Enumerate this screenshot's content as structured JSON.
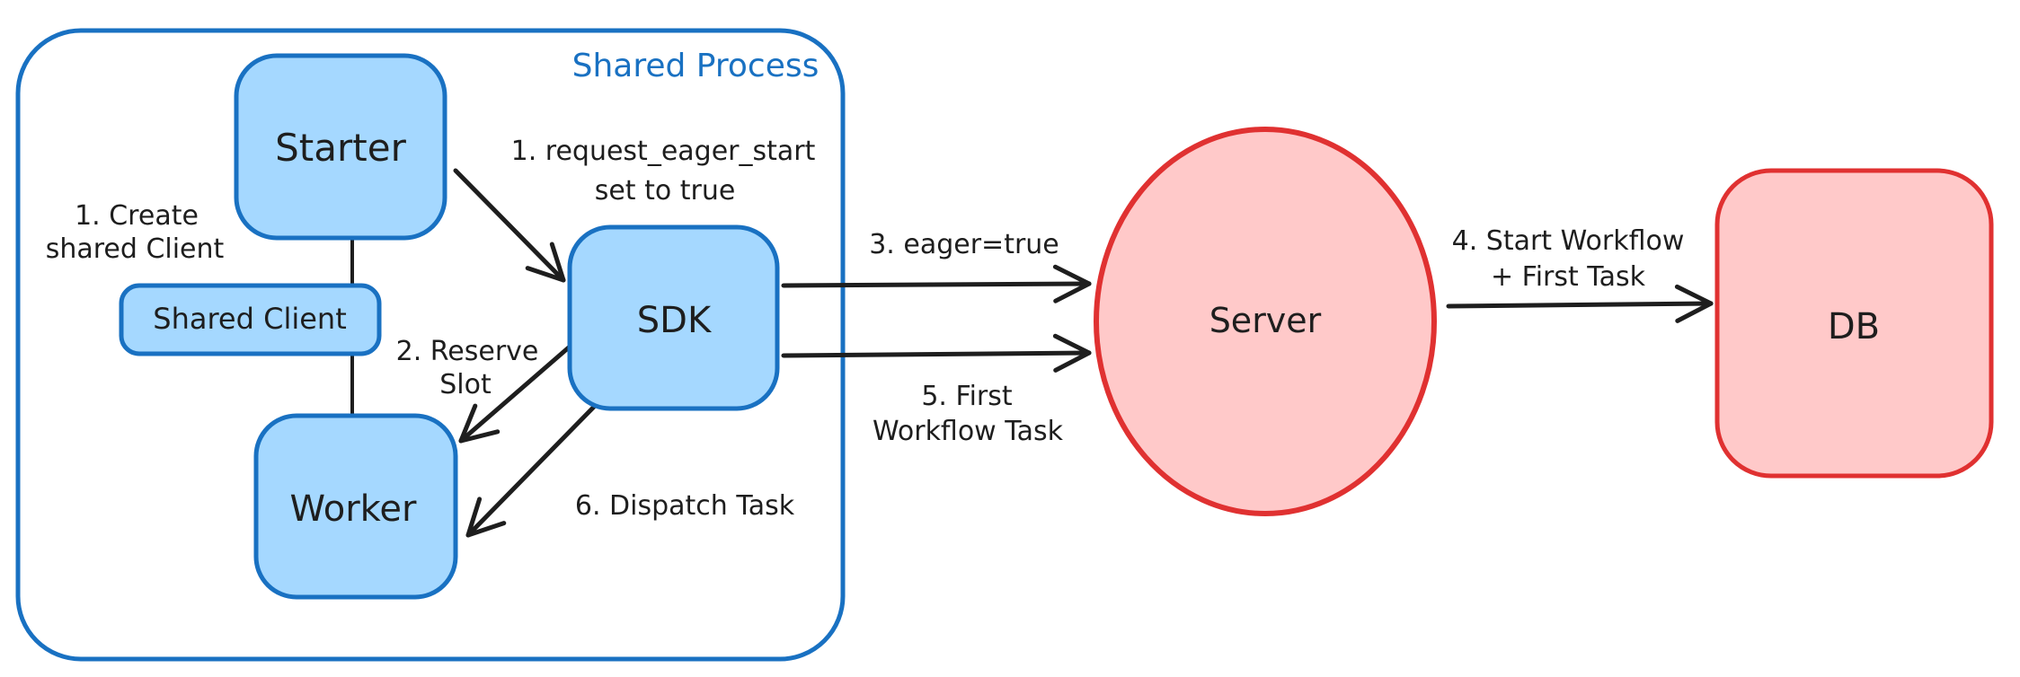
{
  "diagram": {
    "title": "Shared Process eager workflow start diagram",
    "shared_process": {
      "label": "Shared Process",
      "nodes": {
        "starter": "Starter",
        "shared_client": "Shared Client",
        "worker": "Worker",
        "sdk": "SDK"
      }
    },
    "external_nodes": {
      "server": "Server",
      "db": "DB"
    },
    "annotations": {
      "create_shared_client": {
        "line1": "1. Create",
        "line2": "shared Client"
      },
      "request_eager_start": {
        "line1": "1. request_eager_start",
        "line2": "set to true"
      },
      "reserve_slot": {
        "line1": "2. Reserve",
        "line2": "Slot"
      },
      "eager_true": "3. eager=true",
      "start_workflow": {
        "line1": "4. Start Workflow",
        "line2": "+ First Task"
      },
      "first_workflow_task": {
        "line1": "5. First",
        "line2": "Workflow Task"
      },
      "dispatch_task": "6. Dispatch Task"
    },
    "colors": {
      "blue_stroke": "#1971c2",
      "blue_fill": "#a5d8ff",
      "red_stroke": "#e03131",
      "red_fill": "#ffc9c9",
      "ink": "#1e1e1e",
      "background": "#ffffff"
    }
  }
}
